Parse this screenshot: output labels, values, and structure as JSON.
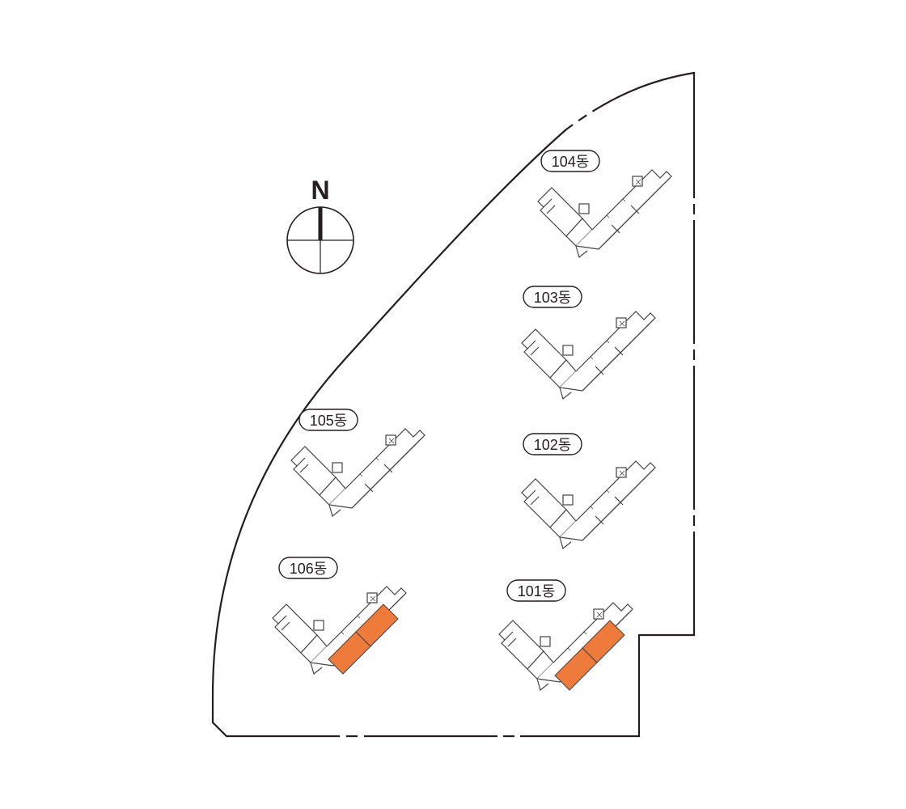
{
  "compass": {
    "label": "N"
  },
  "buildings": [
    {
      "id": "104",
      "label": "104동",
      "highlighted": false
    },
    {
      "id": "103",
      "label": "103동",
      "highlighted": false
    },
    {
      "id": "105",
      "label": "105동",
      "highlighted": false
    },
    {
      "id": "102",
      "label": "102동",
      "highlighted": false
    },
    {
      "id": "106",
      "label": "106동",
      "highlighted": true
    },
    {
      "id": "101",
      "label": "101동",
      "highlighted": true
    }
  ],
  "colors": {
    "boundary": "#231f20",
    "building_outline": "#444444",
    "highlight": "#ee7b3b",
    "background": "#ffffff"
  }
}
